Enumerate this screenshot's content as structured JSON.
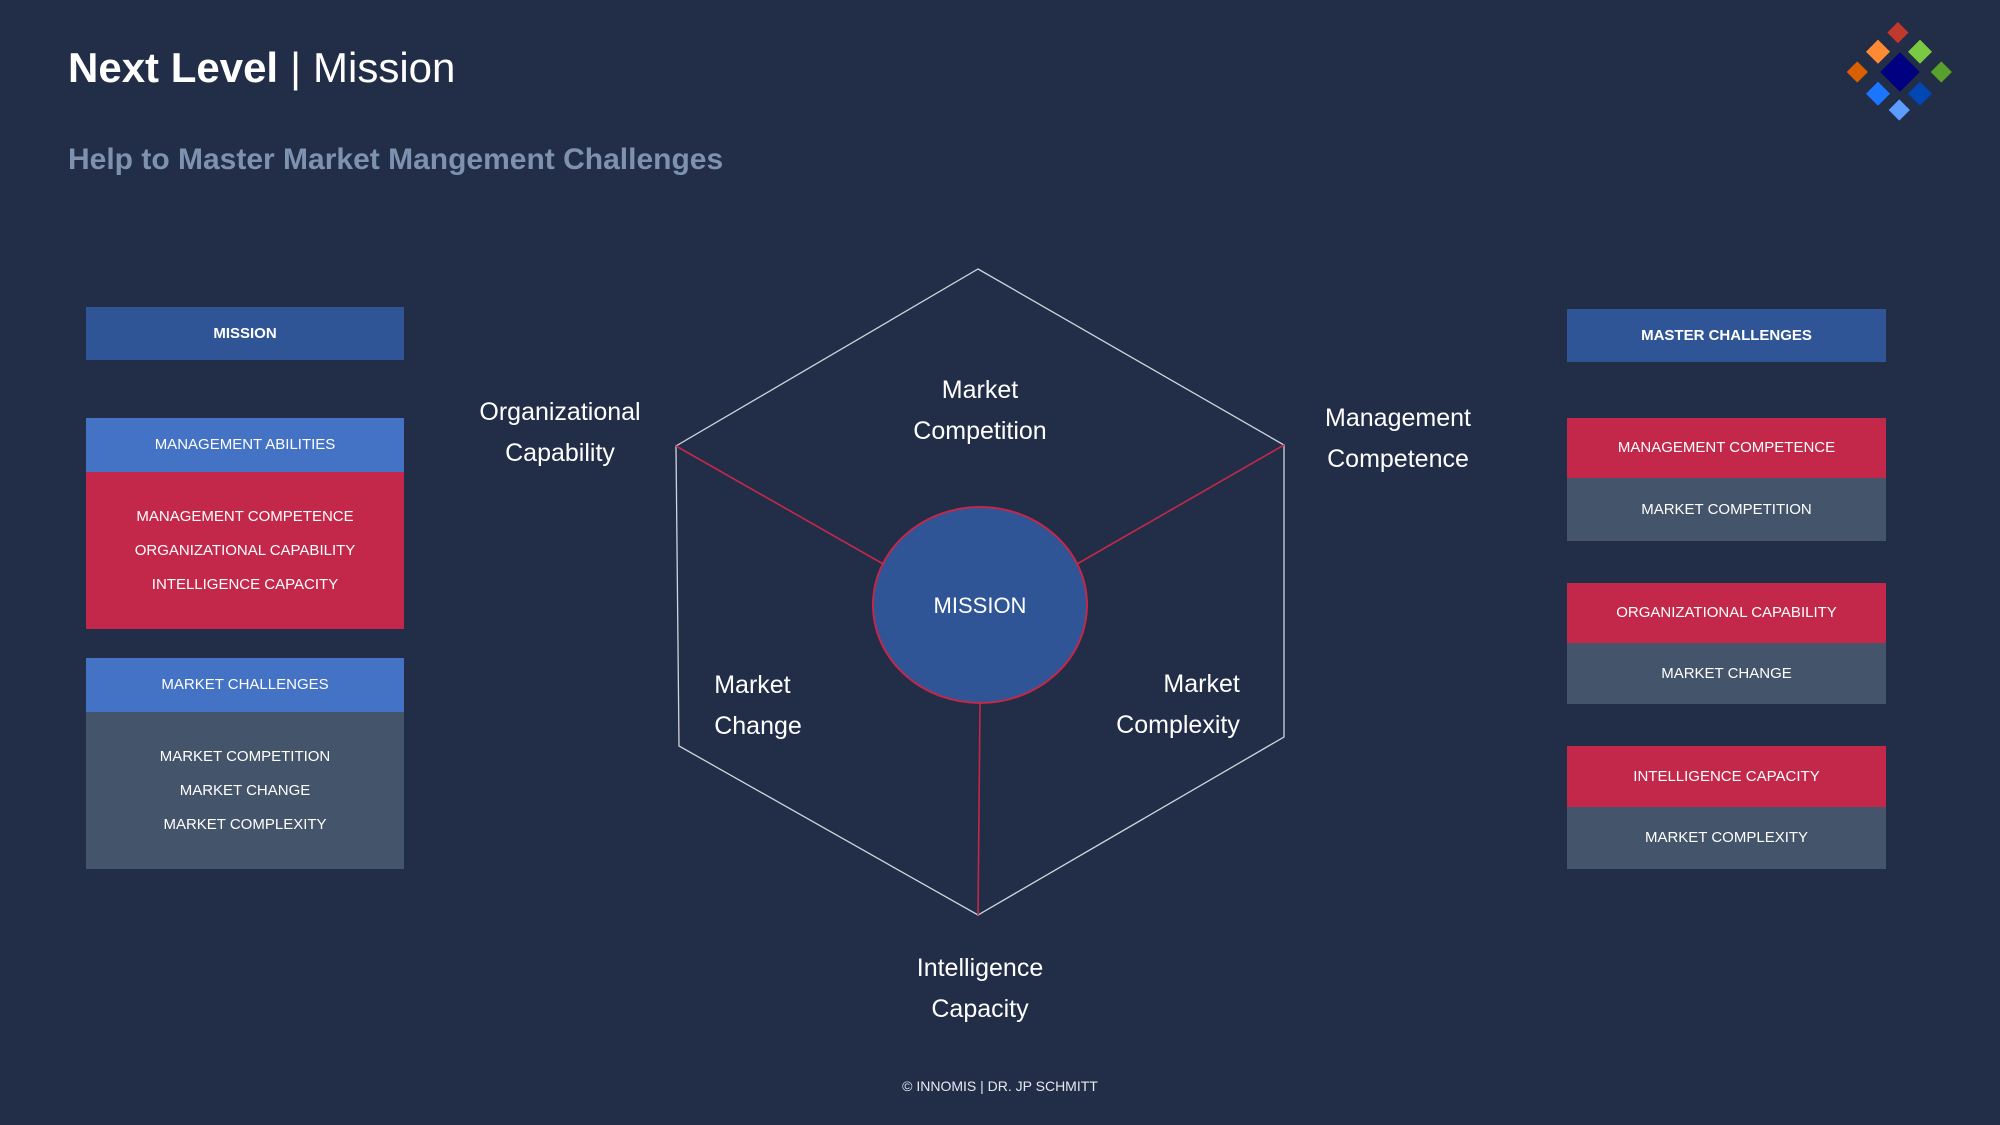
{
  "header": {
    "title_bold": "Next Level",
    "separator": "|",
    "title_light": "Mission"
  },
  "subtitle": "Help to Master Market Mangement Challenges",
  "logo": {
    "name": "diamond-grid-logo",
    "colors": [
      "#c0392b",
      "#ff8a33",
      "#7ac943",
      "#d95f00",
      "#000080",
      "#5aa02c",
      "#1a75ff",
      "#0047b3",
      "#5c9eff"
    ]
  },
  "left": {
    "header": "MISSION",
    "groups": [
      {
        "title": "MANAGEMENT ABILITIES",
        "items": [
          "MANAGEMENT COMPETENCE",
          "ORGANIZATIONAL CAPABILITY",
          "INTELLIGENCE CAPACITY"
        ]
      },
      {
        "title": "MARKET CHALLENGES",
        "items": [
          "MARKET COMPETITION",
          "MARKET CHANGE",
          "MARKET COMPLEXITY"
        ]
      }
    ]
  },
  "right": {
    "header": "MASTER CHALLENGES",
    "pairs": [
      {
        "ability": "MANAGEMENT COMPETENCE",
        "challenge": "MARKET COMPETITION"
      },
      {
        "ability": "ORGANIZATIONAL CAPABILITY",
        "challenge": "MARKET CHANGE"
      },
      {
        "ability": "INTELLIGENCE CAPACITY",
        "challenge": "MARKET COMPLEXITY"
      }
    ]
  },
  "diagram": {
    "center": "MISSION",
    "inner": {
      "top": [
        "Market",
        "Competition"
      ],
      "left": [
        "Market",
        "Change"
      ],
      "right": [
        "Market",
        "Complexity"
      ]
    },
    "outer": {
      "upper_left": [
        "Organizational",
        "Capability"
      ],
      "upper_right": [
        "Management",
        "Competence"
      ],
      "bottom": [
        "Intelligence",
        "Capacity"
      ]
    },
    "colors": {
      "outline": "#d0d4dc",
      "spokes": "#c3284a",
      "circle": "#2f5597"
    }
  },
  "footer": "© INNOMIS | DR. JP SCHMITT"
}
